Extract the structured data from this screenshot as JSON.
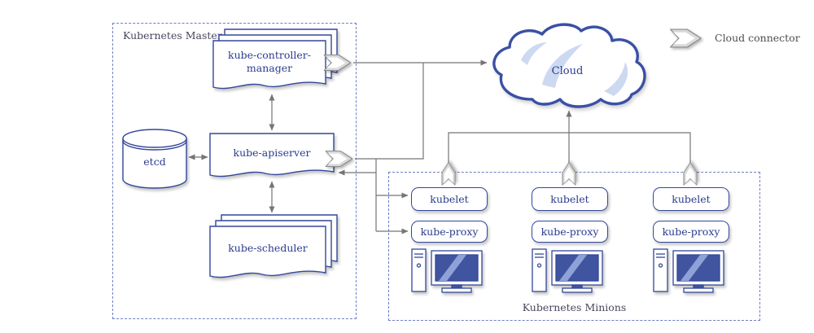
{
  "master": {
    "label": "Kubernetes Master",
    "nodes": {
      "controller": "kube-controller-manager",
      "etcd": "etcd",
      "apiserver": "kube-apiserver",
      "scheduler": "kube-scheduler"
    }
  },
  "cloud": {
    "label": "Cloud"
  },
  "legend": {
    "label": "Cloud connector"
  },
  "minions": {
    "label": "Kubernetes Minions",
    "columns": [
      {
        "kubelet": "kubelet",
        "proxy": "kube-proxy"
      },
      {
        "kubelet": "kubelet",
        "proxy": "kube-proxy"
      },
      {
        "kubelet": "kubelet",
        "proxy": "kube-proxy"
      }
    ]
  },
  "icons": {
    "cloud_connector": "gray chevron ribbon arrow",
    "cloud": "cloud outline shape",
    "computer": "tower + monitor workstation",
    "database": "cylinder",
    "document": "page with wavy bottom"
  },
  "colors": {
    "shape_stroke": "#33479B",
    "label_text": "#2a3b8f",
    "group_dash": "#6f7ec6",
    "edge_gray": "#757575",
    "screen_fill": "#41549f",
    "cloud_accent": "#ccd9f1"
  }
}
